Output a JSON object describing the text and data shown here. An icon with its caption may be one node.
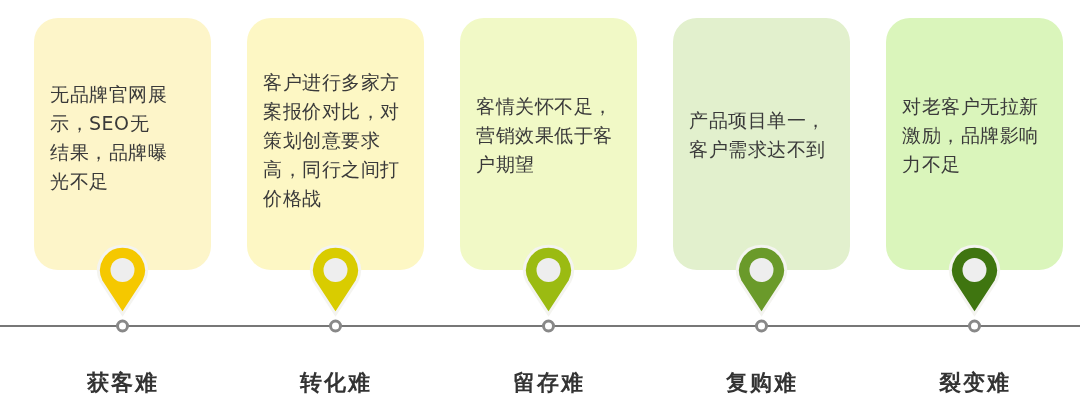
{
  "diagram": {
    "nodes": [
      {
        "text": [
          "无品牌官网展示，SEO无结果，品牌曝光不足"
        ]
      },
      {
        "text": [
          "客户进行多家方案报价对比，对策划创意要求高，同行之间打价格战"
        ]
      },
      {
        "text": [
          "客情关怀不足，营销效果低于客户期望"
        ]
      },
      {
        "text": [
          "产品项目单一，客户需求达不到"
        ]
      },
      {
        "text": [
          "对老客户无拉新激励，品牌影响力不足"
        ]
      }
    ],
    "labels": [
      "获客难",
      "转化难",
      "留存难",
      "复购难",
      "裂变难"
    ]
  }
}
